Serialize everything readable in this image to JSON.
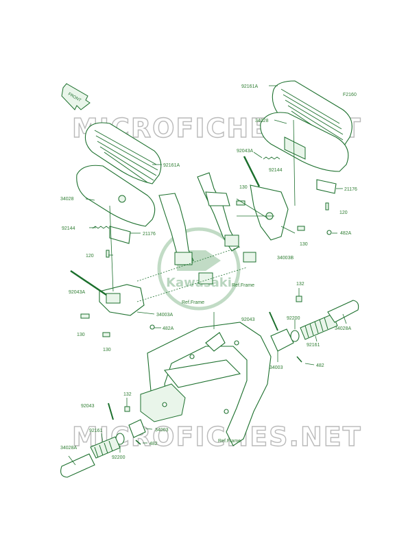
{
  "figure_code": "F2160",
  "front_arrow_label": "FRONT",
  "watermark_text": "MICROFICHES.NET",
  "logo_text": "Kawasaki",
  "ref_frame_label": "Ref.Frame",
  "colors": {
    "line": "#1b6f2c",
    "label": "#2e7d32",
    "watermark": "#b9b9b9",
    "logo": "#8fbf97"
  },
  "part_labels": {
    "p92161A_right": "92161A",
    "p34028_right": "34028",
    "p92043A_right": "92043A",
    "p92144_right": "92144",
    "p21176_right": "21176",
    "p120_right": "120",
    "p130_right_top": "130",
    "p130_right_bottom": "130",
    "p482A_right": "482A",
    "p34003B": "34003B",
    "p92161A_left": "92161A",
    "p34028_left": "34028",
    "p92144_left": "92144",
    "p21176_left": "21176",
    "p120_left": "120",
    "p92043A_left": "92043A",
    "p130_left_top": "130",
    "p34003A": "34003A",
    "p482A_left": "482A",
    "p130_left_bottom": "130",
    "p132_right": "132",
    "p92043_right": "92043",
    "p92200_right": "92200",
    "p34028A_right": "34028A",
    "p92161_right": "92161",
    "p34003_right": "34003",
    "p482_right": "482",
    "p132_left": "132",
    "p92043_left": "92043",
    "p34003_left": "34003",
    "p92161_left": "92161",
    "p482_left": "482",
    "p34028A_left": "34028A",
    "p92200_left": "92200"
  }
}
